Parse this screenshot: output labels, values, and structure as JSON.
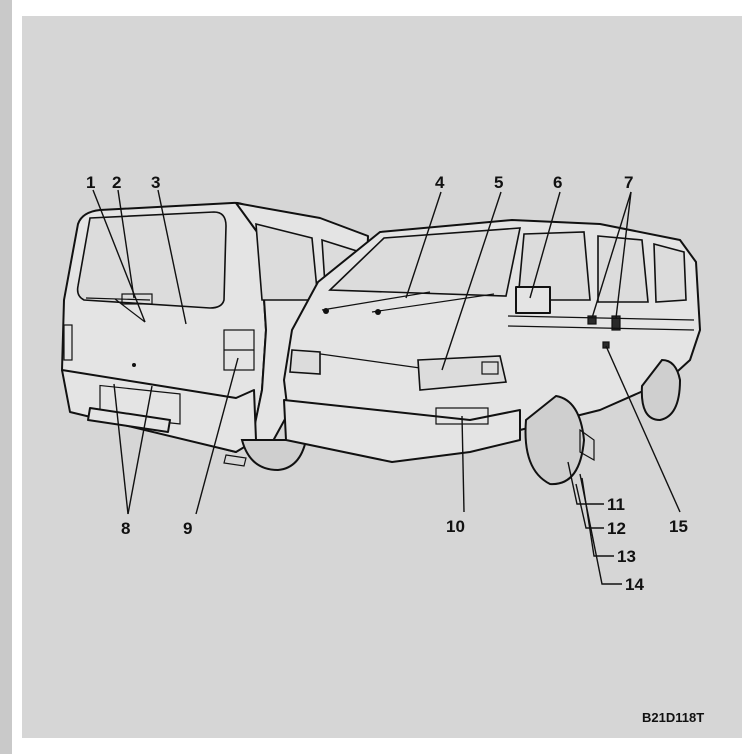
{
  "callouts": {
    "c1": "1",
    "c2": "2",
    "c3": "3",
    "c4": "4",
    "c5": "5",
    "c6": "6",
    "c7": "7",
    "c8": "8",
    "c9": "9",
    "c10": "10",
    "c11": "11",
    "c12": "12",
    "c13": "13",
    "c14": "14",
    "c15": "15"
  },
  "figure_code": "B21D118T",
  "colors": {
    "panel": "#d6d6d6",
    "ink": "#111111",
    "body": "#e4e4e4"
  }
}
